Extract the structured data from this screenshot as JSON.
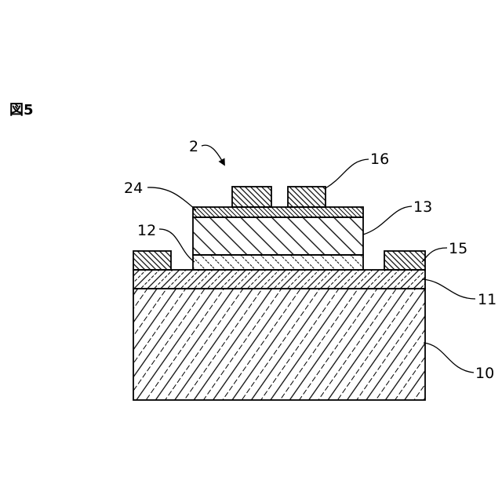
{
  "figure": {
    "label": "図5"
  },
  "labels": {
    "device": "2",
    "electrodes_top": "16",
    "cap_layer": "24",
    "active_layer": "13",
    "buffer_layer": "12",
    "side_electrodes": "15",
    "surface_layer": "11",
    "substrate": "10"
  },
  "colors": {
    "ink": "#000000",
    "background": "#ffffff"
  }
}
